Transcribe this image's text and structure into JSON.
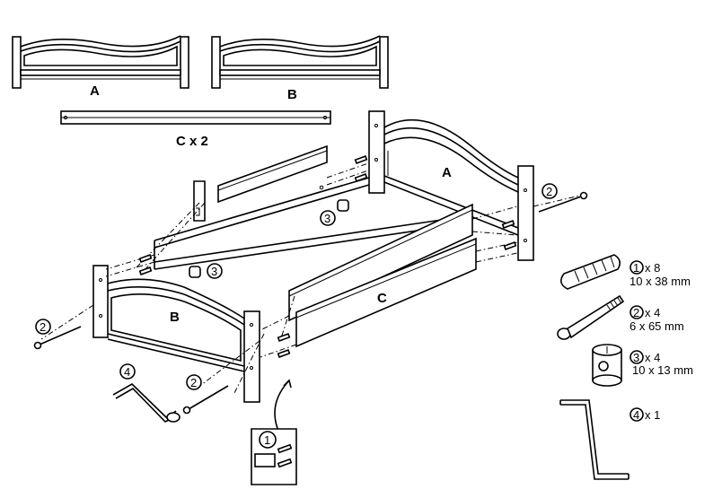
{
  "parts": {
    "panel_a": "A",
    "panel_b": "B",
    "rail_c_qty": "C x 2"
  },
  "assembly_labels": {
    "a": "A",
    "b": "B",
    "c": "C"
  },
  "callouts": {
    "n1": "1",
    "n2": "2",
    "n3": "3",
    "n4": "4"
  },
  "hardware": [
    {
      "num": "1",
      "qty": "x 8",
      "size": "10 x 38 mm",
      "icon": "dowel-icon"
    },
    {
      "num": "2",
      "qty": "x 4",
      "size": "6 x 65 mm",
      "icon": "bolt-icon"
    },
    {
      "num": "3",
      "qty": "x 4",
      "size": "10 x 13 mm",
      "icon": "barrel-nut-icon"
    },
    {
      "num": "4",
      "qty": "x 1",
      "size": "",
      "icon": "allen-key-icon"
    }
  ]
}
